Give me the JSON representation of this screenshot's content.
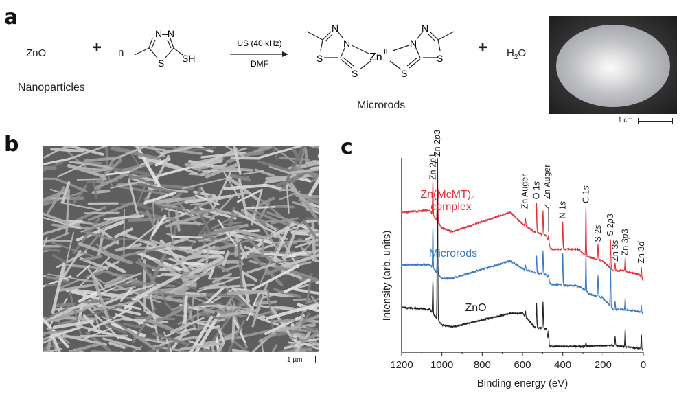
{
  "panels": {
    "a": "a",
    "b": "b",
    "c": "c"
  },
  "scheme": {
    "reactant1": "ZnO",
    "reactant1_note": "Nanoparticles",
    "plus1": "+",
    "coefficient": "n",
    "ligand_atoms": {
      "nn": "N–N",
      "s": "S",
      "sh": "SH"
    },
    "conditions_top": "US (40 kHz)",
    "conditions_bottom": "DMF",
    "complex_atoms": {
      "n_top_left": "N",
      "n_left": "N",
      "s_ring_left": "S",
      "s_exo_left": "S",
      "zn": "Zn",
      "zn_ox": "II",
      "n_top_right": "N",
      "n_right": "N",
      "s_ring_right": "S",
      "s_exo_right": "S"
    },
    "product_note": "Microrods",
    "plus2": "+",
    "byproduct": "H",
    "byproduct_sub": "2",
    "byproduct_end": "O"
  },
  "photo": {
    "scale_label": "1 cm"
  },
  "sem": {
    "scale_label": "1 µm"
  },
  "chart_data": {
    "type": "line",
    "xlabel": "Binding energy (eV)",
    "ylabel": "Intensity (arb. units)",
    "xlim": [
      1200,
      0
    ],
    "ylim": [
      0,
      100
    ],
    "x_reversed": true,
    "xticks": [
      1200,
      1000,
      800,
      600,
      400,
      200,
      0
    ],
    "xtick_labels": [
      "1200",
      "1000",
      "800",
      "600",
      "400",
      "200",
      "0"
    ],
    "grid": false,
    "series": [
      {
        "name": "Zn(McMT)n complex",
        "label_main": "Zn(McMT)",
        "label_sub": "n",
        "label_line2": "complex",
        "color": "#e0303a",
        "baseline": [
          [
            1200,
            72
          ],
          [
            1060,
            73
          ],
          [
            1000,
            64
          ],
          [
            950,
            62
          ],
          [
            660,
            72
          ],
          [
            600,
            66
          ],
          [
            540,
            62
          ],
          [
            480,
            60
          ],
          [
            460,
            53
          ],
          [
            320,
            53
          ],
          [
            290,
            50
          ],
          [
            270,
            49
          ],
          [
            200,
            47
          ],
          [
            150,
            42
          ],
          [
            100,
            42
          ],
          [
            20,
            40
          ],
          [
            0,
            37
          ]
        ],
        "peaks": [
          [
            1045,
            88
          ],
          [
            1022,
            100
          ],
          [
            585,
            69
          ],
          [
            530,
            77
          ],
          [
            498,
            73
          ],
          [
            470,
            60
          ],
          [
            400,
            67
          ],
          [
            285,
            75
          ],
          [
            225,
            56
          ],
          [
            163,
            58
          ],
          [
            140,
            46
          ],
          [
            90,
            49
          ],
          [
            10,
            44
          ]
        ]
      },
      {
        "name": "Microrods",
        "color": "#3a78c2",
        "baseline": [
          [
            1200,
            45
          ],
          [
            1060,
            45
          ],
          [
            1000,
            38
          ],
          [
            950,
            38
          ],
          [
            660,
            47
          ],
          [
            600,
            43
          ],
          [
            540,
            41
          ],
          [
            480,
            40
          ],
          [
            460,
            35
          ],
          [
            320,
            34
          ],
          [
            290,
            32
          ],
          [
            270,
            30
          ],
          [
            200,
            28
          ],
          [
            150,
            22
          ],
          [
            100,
            22
          ],
          [
            20,
            21
          ],
          [
            0,
            20
          ]
        ],
        "peaks": [
          [
            1045,
            64
          ],
          [
            1022,
            65
          ],
          [
            585,
            45
          ],
          [
            530,
            50
          ],
          [
            498,
            52
          ],
          [
            470,
            40
          ],
          [
            400,
            51
          ],
          [
            285,
            51
          ],
          [
            225,
            40
          ],
          [
            163,
            44
          ],
          [
            140,
            26
          ],
          [
            90,
            28
          ],
          [
            10,
            24
          ]
        ]
      },
      {
        "name": "ZnO",
        "color": "#222222",
        "baseline": [
          [
            1200,
            23
          ],
          [
            1060,
            22
          ],
          [
            1000,
            14
          ],
          [
            950,
            13
          ],
          [
            700,
            19
          ],
          [
            660,
            20
          ],
          [
            600,
            20
          ],
          [
            540,
            13
          ],
          [
            480,
            12
          ],
          [
            468,
            3
          ],
          [
            300,
            3
          ],
          [
            150,
            3.5
          ],
          [
            100,
            3
          ],
          [
            20,
            2
          ],
          [
            0,
            1
          ]
        ],
        "peaks": [
          [
            1045,
            37
          ],
          [
            1022,
            100
          ],
          [
            585,
            21
          ],
          [
            530,
            25
          ],
          [
            498,
            26
          ],
          [
            470,
            11
          ],
          [
            285,
            5
          ],
          [
            140,
            8
          ],
          [
            90,
            12
          ],
          [
            10,
            9
          ]
        ]
      }
    ],
    "annotations": [
      {
        "energy": 1045,
        "base": 88,
        "text": "Zn 2",
        "italic": "p",
        "end": "1"
      },
      {
        "energy": 1022,
        "base": 100,
        "text": "Zn 2",
        "italic": "p",
        "end": "3"
      },
      {
        "energy": 588,
        "base": 73,
        "text": "Zn Auger",
        "italic": "",
        "end": ""
      },
      {
        "energy": 530,
        "base": 78,
        "text": "O 1",
        "italic": "s",
        "end": ""
      },
      {
        "energy": 478,
        "base": 78,
        "text": "Zn Auger",
        "italic": "",
        "end": ""
      },
      {
        "energy": 400,
        "base": 68,
        "text": "N 1",
        "italic": "s",
        "end": ""
      },
      {
        "energy": 285,
        "base": 76,
        "text": "C 1",
        "italic": "s",
        "end": ""
      },
      {
        "energy": 225,
        "base": 56,
        "text": "S 2",
        "italic": "s",
        "end": ""
      },
      {
        "energy": 163,
        "base": 59,
        "text": "S 2",
        "italic": "p",
        "end": "3"
      },
      {
        "energy": 140,
        "base": 46,
        "text": "Zn 3",
        "italic": "s",
        "end": ""
      },
      {
        "energy": 90,
        "base": 49,
        "text": "Zn 3",
        "italic": "p",
        "end": "3"
      },
      {
        "energy": 10,
        "base": 45,
        "text": "Zn 3",
        "italic": "d",
        "end": ""
      }
    ]
  }
}
